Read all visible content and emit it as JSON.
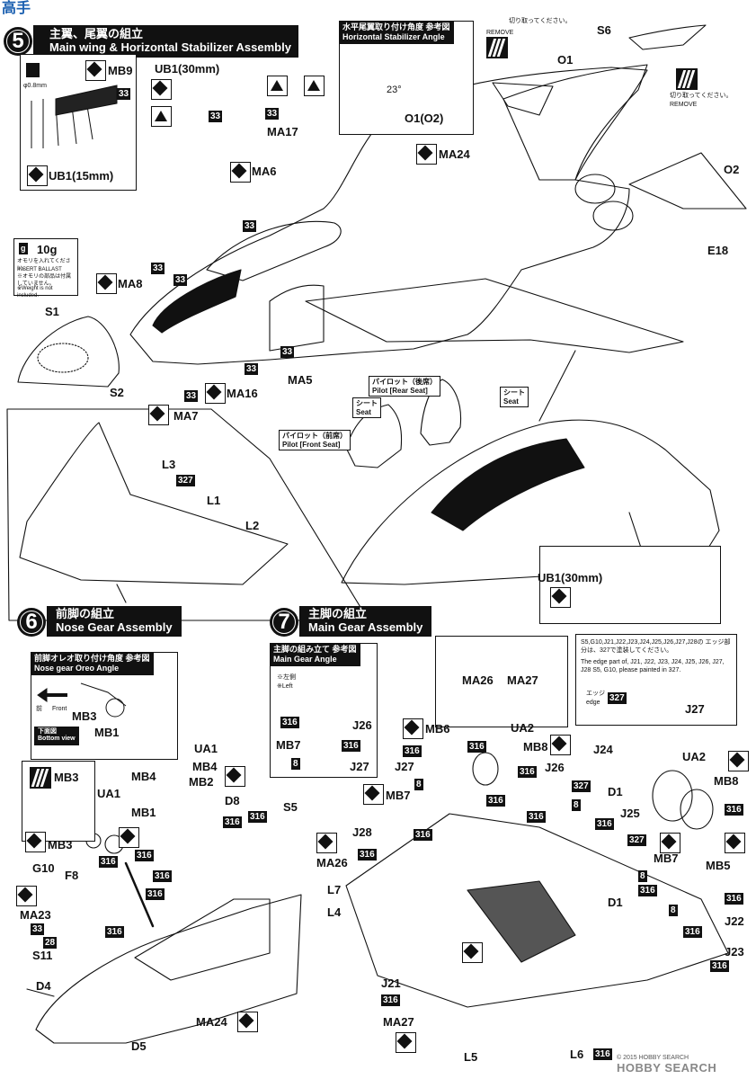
{
  "step5": {
    "number": "5",
    "title_jp": "主翼、尾翼の組立",
    "title_en": "Main wing & Horizontal Stabilizer Assembly"
  },
  "step6": {
    "number": "6",
    "title_jp": "前脚の組立",
    "title_en": "Nose Gear Assembly"
  },
  "step7": {
    "number": "7",
    "title_jp": "主脚の組立",
    "title_en": "Main Gear Assembly"
  },
  "stab_angle": {
    "title_jp": "水平尾翼取り付け角度 参考図",
    "title_en": "Horizontal Stabilizer Angle",
    "angle": "23°",
    "part": "O1(O2)"
  },
  "remove_note": {
    "jp": "切り取ってください。",
    "en": "REMOVE"
  },
  "ballast": {
    "weight": "10g",
    "jp": "オモリを入れてください。",
    "en_1": "INSERT BALLAST",
    "note_jp": "※オモリの部品は付属していません。",
    "note_en": "※Weight is not included."
  },
  "drill": {
    "size": "φ0.8mm"
  },
  "pilot": {
    "rear_jp": "パイロット（後席）",
    "rear_en": "Pilot [Rear Seat]",
    "front_jp": "パイロット（前席）",
    "front_en": "Pilot [Front Seat]",
    "seat_jp": "シート",
    "seat_en": "Seat"
  },
  "nose_angle": {
    "title_jp": "前脚オレオ取り付け角度 参考図",
    "title_en": "Nose gear Oreo Angle",
    "front_jp": "前",
    "front_en": "Front",
    "bottom_jp": "下面図",
    "bottom_en": "Bottom view"
  },
  "main_angle": {
    "title_jp": "主脚の組み立て 参考図",
    "title_en": "Main Gear Angle",
    "left_jp": "※左側",
    "left_en": "※Left"
  },
  "edge_note": {
    "jp": "S5,G10,J21,J22,J23,J24,J25,J26,J27,J28の エッジ部分は、327で塗装してください。",
    "en": "The edge part of, J21, J22, J23, J24, J25, J26, J27, J28 S5, G10, please painted in 327.",
    "edge_jp": "エッジ",
    "edge_en": "edge"
  },
  "paint": {
    "c33": "33",
    "c316": "316",
    "c327": "327",
    "c8": "8",
    "c28": "28"
  },
  "parts": {
    "MB9": "MB9",
    "UB1_15": "UB1(15mm)",
    "UB1_30": "UB1(30mm)",
    "MA17": "MA17",
    "MA6": "MA6",
    "MA24": "MA24",
    "MA8": "MA8",
    "S1": "S1",
    "S2": "S2",
    "MA7": "MA7",
    "MA16": "MA16",
    "MA5": "MA5",
    "S6": "S6",
    "O1": "O1",
    "O2": "O2",
    "E18": "E18",
    "L1": "L1",
    "L2": "L2",
    "L3": "L3",
    "MB3": "MB3",
    "MB1": "MB1",
    "UA1": "UA1",
    "MB4": "MB4",
    "MB2": "MB2",
    "D8": "D8",
    "S5": "S5",
    "G10": "G10",
    "F8": "F8",
    "MA23": "MA23",
    "S11": "S11",
    "D4": "D4",
    "D5": "D5",
    "MA26": "MA26",
    "MA27": "MA27",
    "J26": "J26",
    "MB7": "MB7",
    "J27": "J27",
    "MB6": "MB6",
    "UA2": "UA2",
    "MB8": "MB8",
    "J24": "J24",
    "D1": "D1",
    "J25": "J25",
    "J28": "J28",
    "L7": "L7",
    "L4": "L4",
    "MB5": "MB5",
    "J22": "J22",
    "J23": "J23",
    "J21": "J21",
    "L5": "L5",
    "L6": "L6"
  },
  "watermark": {
    "site": "HOBBY SEARCH",
    "copyright": "© 2015 HOBBY SEARCH",
    "corner_text": "高手"
  },
  "colors": {
    "ink": "#111111",
    "paper": "#ffffff",
    "panel_gray": "#9a9a9a"
  }
}
